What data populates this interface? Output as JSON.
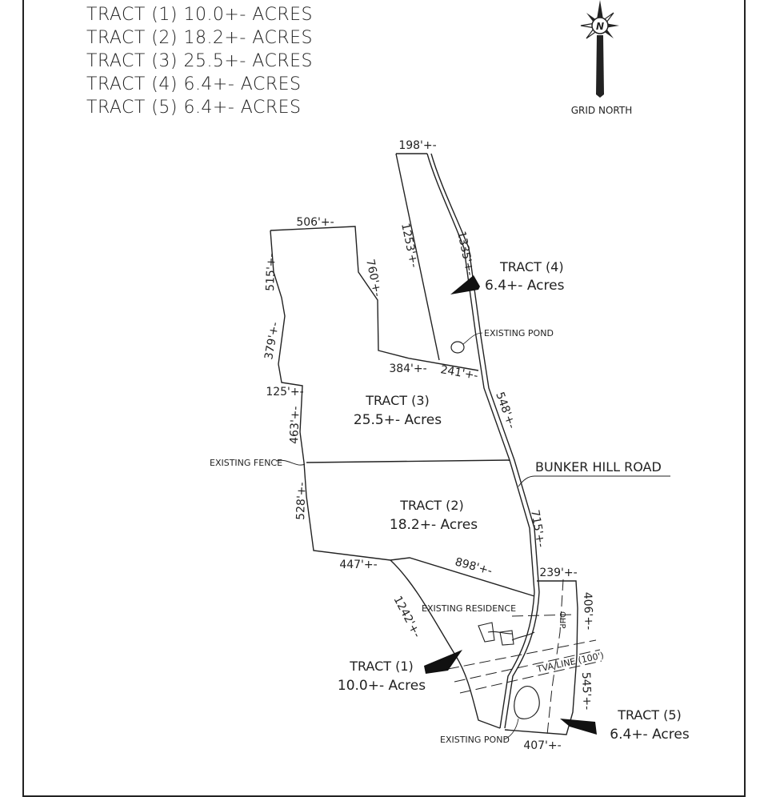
{
  "legend": [
    "TRACT (1) 10.0+- ACRES",
    "TRACT (2) 18.2+- ACRES",
    "TRACT (3) 25.5+- ACRES",
    "TRACT (4) 6.4+- ACRES",
    "TRACT (5) 6.4+- ACRES"
  ],
  "north": {
    "letter": "N",
    "label": "GRID NORTH"
  },
  "tracts": [
    {
      "name": "TRACT (1)",
      "area": "10.0+- Acres"
    },
    {
      "name": "TRACT (2)",
      "area": "18.2+- Acres"
    },
    {
      "name": "TRACT (3)",
      "area": "25.5+- Acres"
    },
    {
      "name": "TRACT (4)",
      "area": "6.4+- Acres"
    },
    {
      "name": "TRACT (5)",
      "area": "6.4+- Acres"
    }
  ],
  "dimensions": {
    "d198": "198'+-",
    "d1335": "1335'+-",
    "d1253": "1253'+-",
    "d506": "506'+-",
    "d515": "515'+-",
    "d760": "760'+-",
    "d379": "379'+-",
    "d384": "384'+-",
    "d241": "241'+-",
    "d125": "125'+-",
    "d548": "548'+-",
    "d463": "463'+-",
    "d528": "528'+-",
    "d715": "715'+-",
    "d447": "447'+-",
    "d898": "898'+-",
    "d239": "239'+-",
    "d406": "406'+-",
    "d1242": "1242'+-",
    "d545": "545'+-",
    "d407": "407'+-"
  },
  "features": {
    "pond_top": "EXISTING POND",
    "pond_bottom": "EXISTING POND",
    "fence": "EXISTING FENCE",
    "residence": "EXISTING RESIDENCE",
    "road": "BUNKER HILL ROAD",
    "ohp": "OHP",
    "tva": "TVA LINE (100')"
  }
}
